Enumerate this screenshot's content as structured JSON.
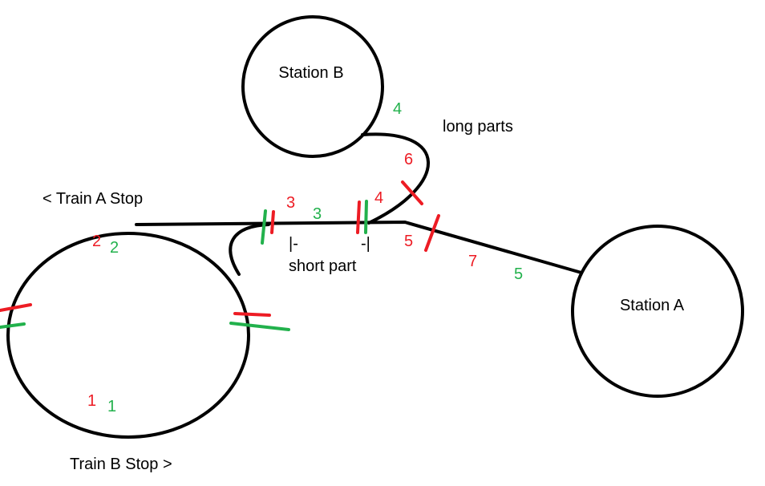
{
  "stations": {
    "a": "Station A",
    "b": "Station B"
  },
  "annotations": {
    "long_parts": "long parts",
    "train_a_stop": "< Train A Stop",
    "train_b_stop": "Train B Stop >",
    "short_part": "short part",
    "short_start": "|-",
    "short_end": "-|"
  },
  "red_labels": [
    "1",
    "2",
    "3",
    "4",
    "5",
    "6",
    "7"
  ],
  "green_labels": [
    "1",
    "2",
    "3",
    "4",
    "5"
  ],
  "colors": {
    "red": "#ed1c24",
    "green": "#22b14c",
    "track": "#000000"
  }
}
